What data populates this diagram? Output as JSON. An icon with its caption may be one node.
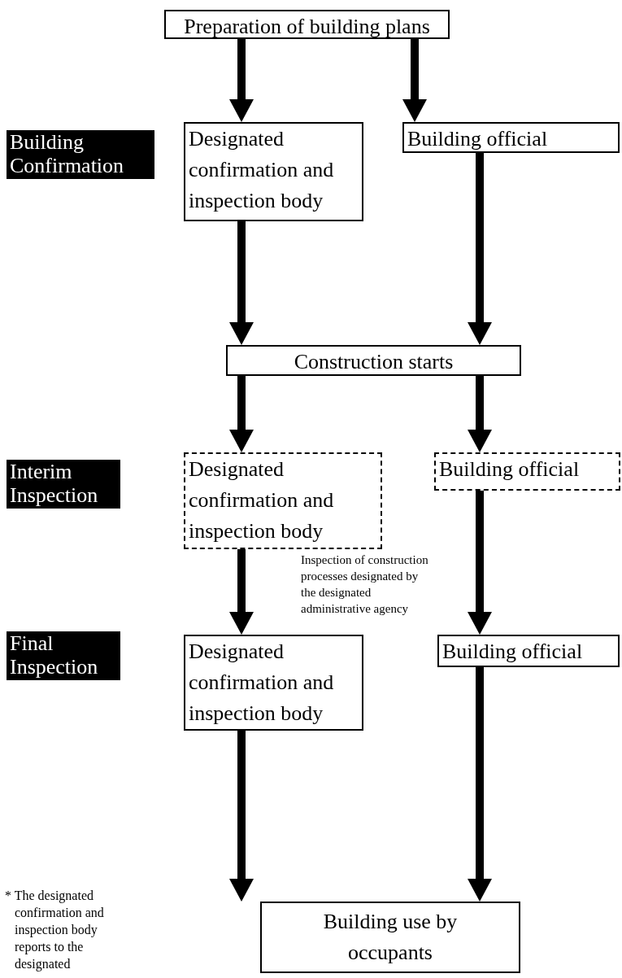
{
  "diagram": {
    "nodes": [
      {
        "text": [
          "Preparation of building plans"
        ]
      },
      {
        "text": [
          "Building Confirmation"
        ]
      },
      {
        "text": [
          "Designated confirmation and inspection body"
        ]
      },
      {
        "text": [
          "Building official"
        ]
      },
      {
        "text": [
          "Construction starts"
        ]
      },
      {
        "text": [
          "Interim Inspection"
        ]
      },
      {
        "text": [
          "Designated confirmation and inspection body"
        ]
      },
      {
        "text": [
          "Building official"
        ]
      },
      {
        "text": [
          "Final Inspection"
        ]
      },
      {
        "text": [
          "Designated confirmation and inspection body"
        ]
      },
      {
        "text": [
          "Building official"
        ]
      },
      {
        "text": [
          "Building use by occupants"
        ]
      }
    ],
    "edges": [
      {
        "from": 0,
        "to": 2,
        "arrow": "to"
      },
      {
        "from": 0,
        "to": 3,
        "arrow": "to"
      },
      {
        "from": 2,
        "to": 4,
        "arrow": "to"
      },
      {
        "from": 3,
        "to": 4,
        "arrow": "to"
      },
      {
        "from": 4,
        "to": 6,
        "arrow": "to"
      },
      {
        "from": 4,
        "to": 7,
        "arrow": "to"
      },
      {
        "from": 6,
        "to": 9,
        "arrow": "to",
        "label": "Inspection of construction processes designated by the designated administrative agency"
      },
      {
        "from": 7,
        "to": 10,
        "arrow": "to"
      },
      {
        "from": 9,
        "to": 11,
        "arrow": "to"
      },
      {
        "from": 10,
        "to": 11,
        "arrow": "to"
      }
    ],
    "labels": [
      "* The designated confirmation and inspection body reports to the designated"
    ]
  }
}
